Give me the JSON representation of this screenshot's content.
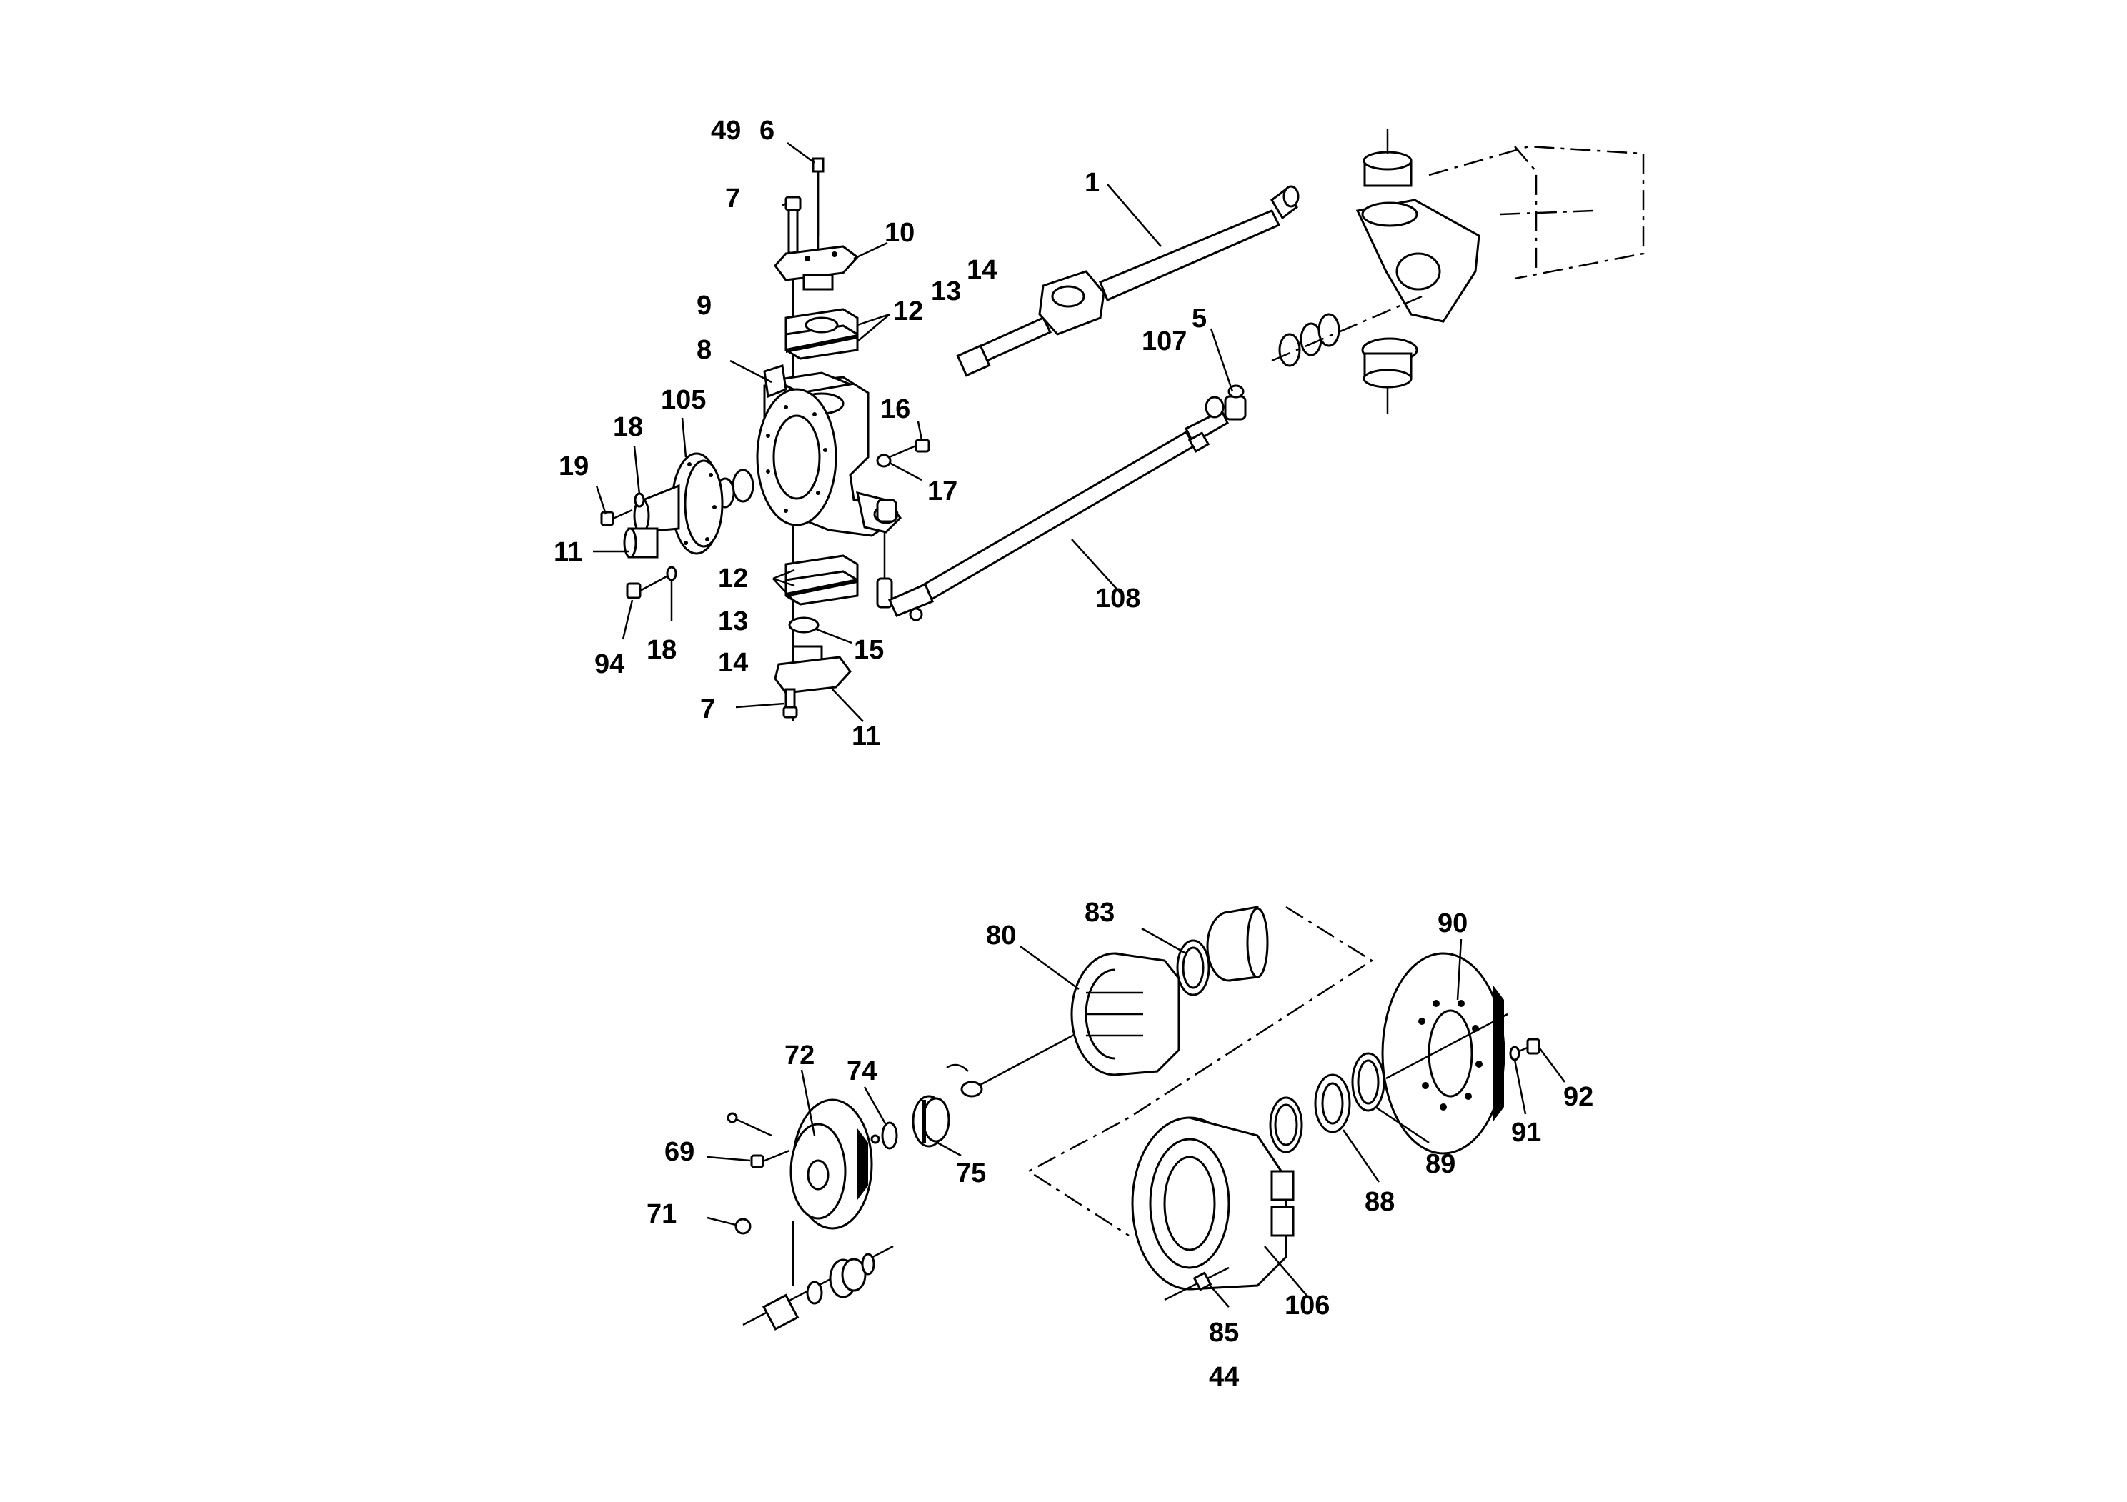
{
  "diagram": {
    "labels": [
      {
        "id": "l49",
        "text": "49"
      },
      {
        "id": "l6",
        "text": "6"
      },
      {
        "id": "l7a",
        "text": "7"
      },
      {
        "id": "l10",
        "text": "10"
      },
      {
        "id": "l1",
        "text": "1"
      },
      {
        "id": "l14a",
        "text": "14"
      },
      {
        "id": "l13a",
        "text": "13"
      },
      {
        "id": "l9",
        "text": "9"
      },
      {
        "id": "l12a",
        "text": "12"
      },
      {
        "id": "l5",
        "text": "5"
      },
      {
        "id": "l107",
        "text": "107"
      },
      {
        "id": "l8",
        "text": "8"
      },
      {
        "id": "l16",
        "text": "16"
      },
      {
        "id": "l105",
        "text": "105"
      },
      {
        "id": "l18a",
        "text": "18"
      },
      {
        "id": "l19",
        "text": "19"
      },
      {
        "id": "l17",
        "text": "17"
      },
      {
        "id": "l11a",
        "text": "11"
      },
      {
        "id": "l12b",
        "text": "12"
      },
      {
        "id": "l108",
        "text": "108"
      },
      {
        "id": "l13b",
        "text": "13"
      },
      {
        "id": "l15",
        "text": "15"
      },
      {
        "id": "l94",
        "text": "94"
      },
      {
        "id": "l18b",
        "text": "18"
      },
      {
        "id": "l14b",
        "text": "14"
      },
      {
        "id": "l7b",
        "text": "7"
      },
      {
        "id": "l11b",
        "text": "11"
      },
      {
        "id": "l83",
        "text": "83"
      },
      {
        "id": "l80",
        "text": "80"
      },
      {
        "id": "l90",
        "text": "90"
      },
      {
        "id": "l72",
        "text": "72"
      },
      {
        "id": "l74",
        "text": "74"
      },
      {
        "id": "l92",
        "text": "92"
      },
      {
        "id": "l69",
        "text": "69"
      },
      {
        "id": "l91",
        "text": "91"
      },
      {
        "id": "l89",
        "text": "89"
      },
      {
        "id": "l75",
        "text": "75"
      },
      {
        "id": "l71",
        "text": "71"
      },
      {
        "id": "l88",
        "text": "88"
      },
      {
        "id": "l106",
        "text": "106"
      },
      {
        "id": "l85",
        "text": "85"
      },
      {
        "id": "l44",
        "text": "44"
      }
    ]
  }
}
